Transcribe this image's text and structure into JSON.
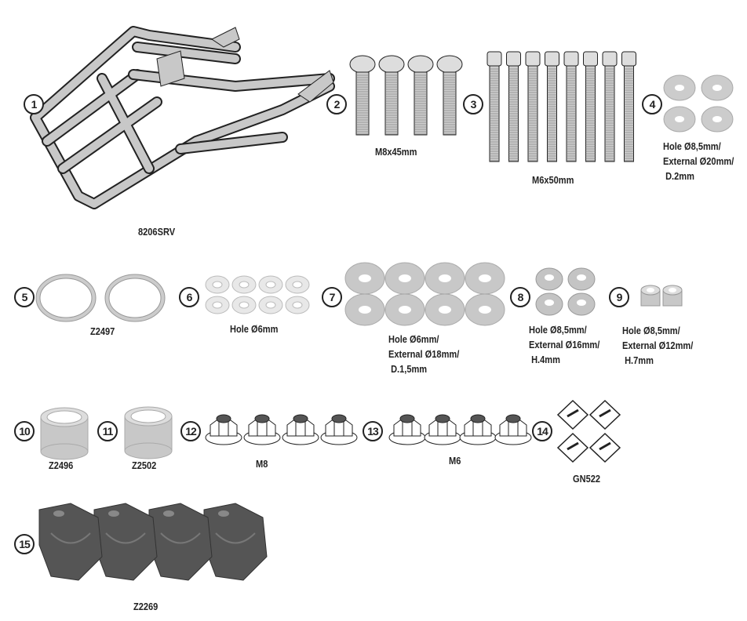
{
  "items": [
    {
      "num": "1",
      "label": "8206SRV",
      "icon": "rear-rack"
    },
    {
      "num": "2",
      "label": "M8x45mm",
      "icon": "button-head-screw",
      "qty": 4
    },
    {
      "num": "3",
      "label": "M6x50mm",
      "icon": "socket-head-screw",
      "qty": 8
    },
    {
      "num": "4",
      "lines": [
        "Hole Ø8,5mm/",
        "External Ø20mm/",
        " D.2mm"
      ],
      "icon": "flat-washer",
      "qty": 4
    },
    {
      "num": "5",
      "label": "Z2497",
      "icon": "ring-washer",
      "qty": 2
    },
    {
      "num": "6",
      "label": "Hole Ø6mm",
      "icon": "small-washer",
      "qty": 8
    },
    {
      "num": "7",
      "lines": [
        "Hole Ø6mm/",
        "External Ø18mm/",
        " D.1,5mm"
      ],
      "icon": "flat-washer",
      "qty": 8
    },
    {
      "num": "8",
      "lines": [
        "Hole Ø8,5mm/",
        "External Ø16mm/",
        " H.4mm"
      ],
      "icon": "spacer",
      "qty": 4
    },
    {
      "num": "9",
      "lines": [
        "Hole Ø8,5mm/",
        "External Ø12mm/",
        " H.7mm"
      ],
      "icon": "spacer",
      "qty": 2
    },
    {
      "num": "10",
      "label": "Z2496",
      "icon": "bushing",
      "qty": 1
    },
    {
      "num": "11",
      "label": "Z2502",
      "icon": "bushing",
      "qty": 1
    },
    {
      "num": "12",
      "label": "M8",
      "icon": "flange-nut",
      "qty": 4
    },
    {
      "num": "13",
      "label": "M6",
      "icon": "flange-nut",
      "qty": 4
    },
    {
      "num": "14",
      "label": "GN522",
      "icon": "cable-clip",
      "qty": 4
    },
    {
      "num": "15",
      "label": "Z2269",
      "icon": "clamp-block",
      "qty": 4
    }
  ],
  "colors": {
    "ink": "#222222",
    "part_fill": "#c8c8c8",
    "dark_part": "#555555"
  }
}
